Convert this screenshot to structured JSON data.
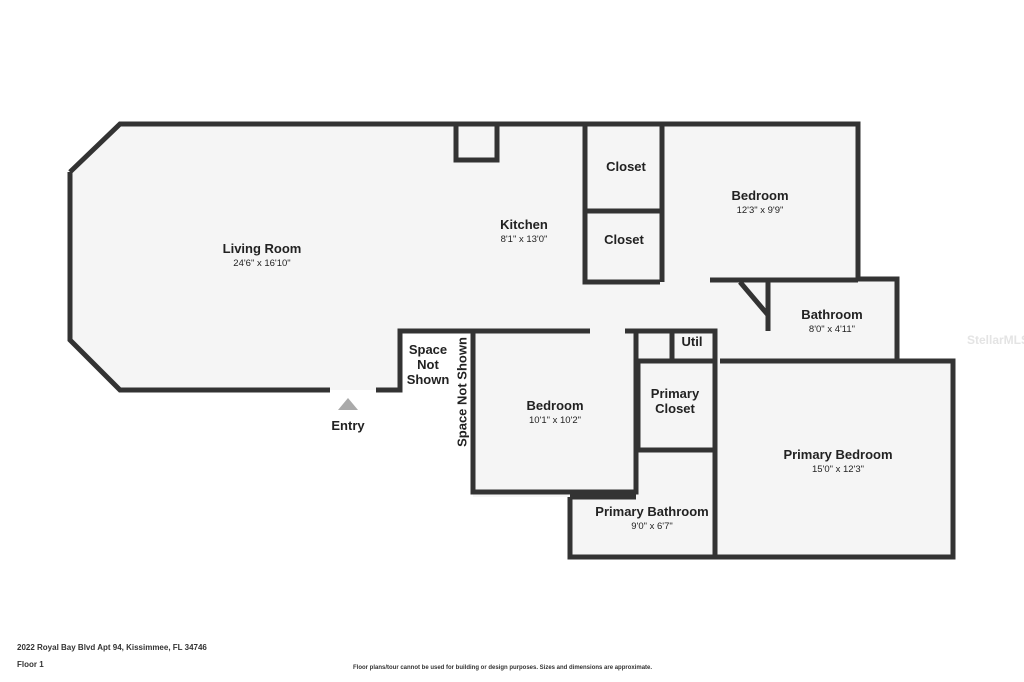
{
  "rooms": [
    {
      "name": "Living Room",
      "dims": "24'6\" x 16'10\""
    },
    {
      "name": "Kitchen",
      "dims": "8'1\" x 13'0\""
    },
    {
      "name": "Closet"
    },
    {
      "name": "Closet"
    },
    {
      "name": "Bedroom",
      "dims": "12'3\" x 9'9\""
    },
    {
      "name": "Bathroom",
      "dims": "8'0\" x 4'11\""
    },
    {
      "name": "Util"
    },
    {
      "name": "Space Not Shown"
    },
    {
      "name": "Space Not Shown"
    },
    {
      "name": "Bedroom",
      "dims": "10'1\" x 10'2\""
    },
    {
      "name": "Primary Closet"
    },
    {
      "name": "Primary Bedroom",
      "dims": "15'0\" x 12'3\""
    },
    {
      "name": "Primary Bathroom",
      "dims": "9'0\" x 6'7\""
    }
  ],
  "entry": "Entry",
  "address": "2022 Royal Bay Blvd Apt 94, Kissimmee, FL 34746",
  "floor": "Floor 1",
  "disclaimer": "Floor plans/tour cannot be used for building or design purposes. Sizes and dimensions are approximate.",
  "watermark": "StellarMLS",
  "colors": {
    "wall": "#333333",
    "floor": "#f5f5f5"
  }
}
